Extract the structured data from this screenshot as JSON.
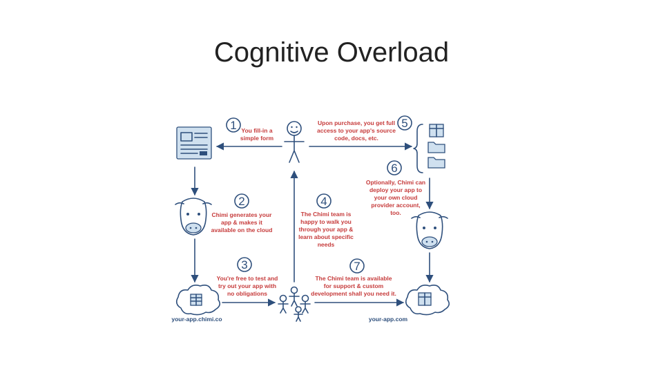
{
  "slide": {
    "title": "Cognitive Overload"
  },
  "diagram": {
    "steps": [
      {
        "number": "1",
        "lines": [
          "You fill-in a",
          "simple form"
        ]
      },
      {
        "number": "2",
        "lines": [
          "Chimi generates your",
          "app & makes it",
          "available on the cloud"
        ]
      },
      {
        "number": "3",
        "lines": [
          "You're free to test and",
          "try out your app with",
          "no obligations"
        ]
      },
      {
        "number": "4",
        "lines": [
          "The Chimi team is",
          "happy to walk you",
          "through your app &",
          "learn about specific",
          "needs"
        ]
      },
      {
        "number": "5",
        "lines": [
          "Upon purchase, you get full",
          "access to your app's source",
          "code, docs, etc."
        ]
      },
      {
        "number": "6",
        "lines": [
          "Optionally, Chimi can",
          "deploy your app to",
          "your own cloud",
          "provider account,",
          "too."
        ]
      },
      {
        "number": "7",
        "lines": [
          "The Chimi team is available",
          "for support & custom",
          "development shall you need it."
        ]
      }
    ],
    "urls": {
      "left": "your-app.chimi.co",
      "right": "your-app.com"
    },
    "colors": {
      "ink": "#2e4f7c",
      "text_red": "#c63b3b",
      "fill_light": "#cfe0ef"
    }
  }
}
